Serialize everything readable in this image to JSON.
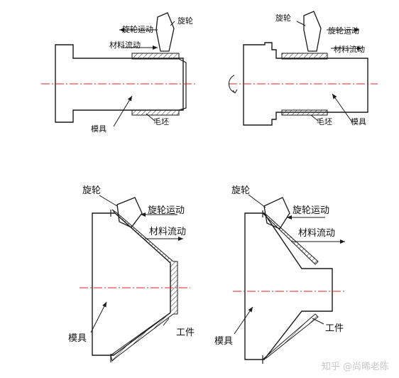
{
  "colors": {
    "line": "#1a1a1a",
    "centerline": "#e0202a",
    "hatch": "#333333",
    "watermark": "#c8c8c8"
  },
  "panels": [
    {
      "roller_label": "旋轮",
      "roller_motion_label": "旋轮运动",
      "material_flow_label": "材料流动",
      "mandrel_label": "模具",
      "blank_label": "毛坯"
    },
    {
      "roller_label": "旋轮",
      "roller_motion_label": "旋轮运动",
      "material_flow_label": "材料流动",
      "mandrel_label": "模具",
      "blank_label": "毛坯"
    },
    {
      "roller_label": "旋轮",
      "roller_motion_label": "旋轮运动",
      "material_flow_label": "材料流动",
      "mandrel_label": "模具",
      "workpiece_label": "工件"
    },
    {
      "roller_label": "旋轮",
      "roller_motion_label": "旋轮运动",
      "material_flow_label": "材料流动",
      "mandrel_label": "模具",
      "workpiece_label": "工件"
    }
  ],
  "watermark": {
    "text": "知乎 @尚晞老陈"
  }
}
